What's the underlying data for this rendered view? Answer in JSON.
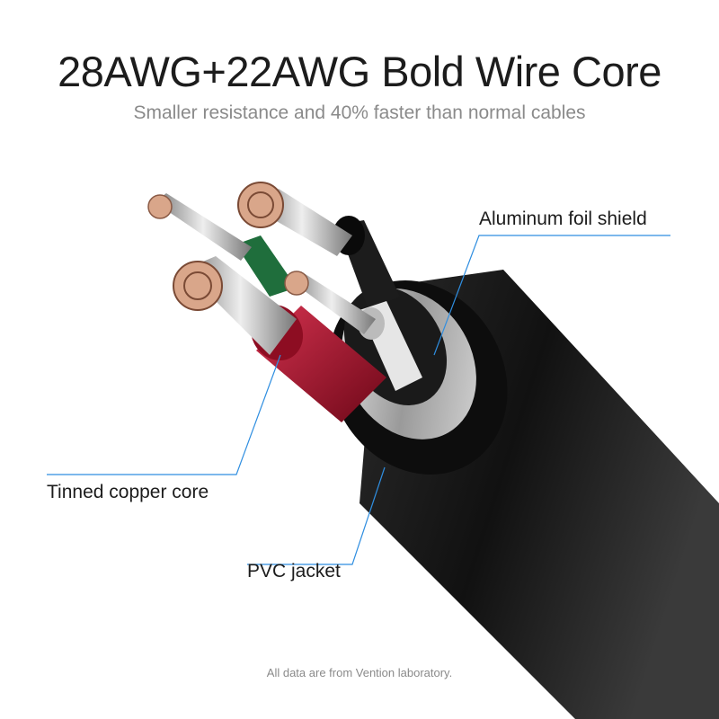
{
  "header": {
    "title": "28AWG+22AWG Bold Wire Core",
    "subtitle": "Smaller resistance and 40% faster than normal cables"
  },
  "callouts": {
    "foil": "Aluminum foil shield",
    "core": "Tinned copper core",
    "jacket": "PVC jacket"
  },
  "footnote": "All data are from Vention laboratory.",
  "colors": {
    "leader_line": "#2f8ee0",
    "jacket": "#151515",
    "red_wire": "#a3102a",
    "green_wire": "#1f6e3c",
    "copper": "#d9a68a"
  }
}
